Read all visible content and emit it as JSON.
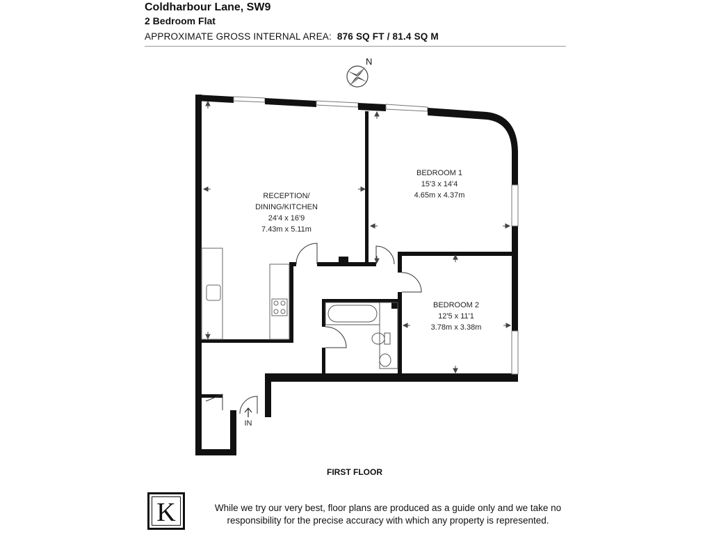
{
  "header": {
    "address": "Coldharbour Lane, SW9",
    "property_type": "2 Bedroom Flat",
    "area_label": "APPROXIMATE GROSS INTERNAL AREA:",
    "area_value": "876 SQ FT / 81.4 SQ M"
  },
  "compass": {
    "north_label": "N"
  },
  "rooms": {
    "reception": {
      "name_line1": "RECEPTION/",
      "name_line2": "DINING/KITCHEN",
      "imperial": "24'4 x 16'9",
      "metric": "7.43m x 5.11m"
    },
    "bedroom1": {
      "name": "BEDROOM 1",
      "imperial": "15'3 x 14'4",
      "metric": "4.65m x 4.37m"
    },
    "bedroom2": {
      "name": "BEDROOM 2",
      "imperial": "12'5 x 11'1",
      "metric": "3.78m x 3.38m"
    }
  },
  "entrance_label": "IN",
  "floor_label": "FIRST FLOOR",
  "footer": {
    "logo_letter": "K",
    "disclaimer": "While we try our very best, floor plans are produced as a guide only and we take no responsibility for the precise accuracy with which any property is represented."
  }
}
